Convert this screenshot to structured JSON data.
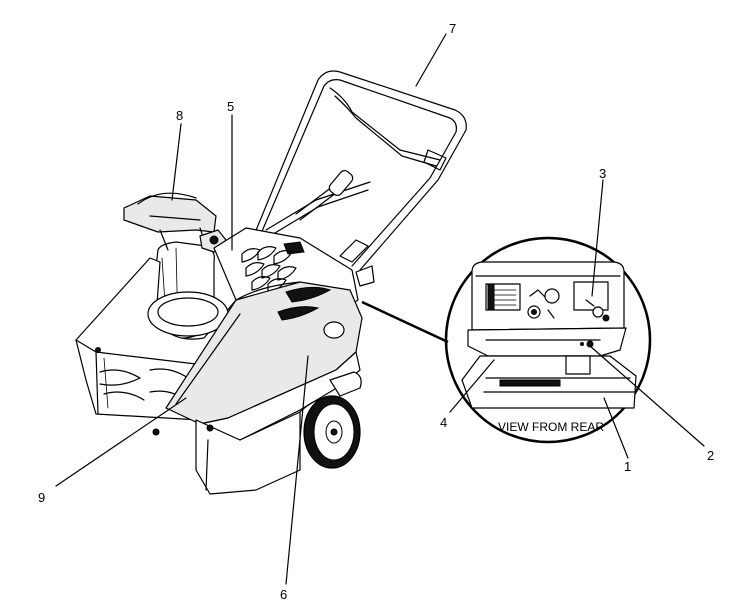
{
  "diagram": {
    "inset_caption": "VIEW FROM REAR",
    "callouts": [
      {
        "id": "1",
        "label": "1"
      },
      {
        "id": "2",
        "label": "2"
      },
      {
        "id": "3",
        "label": "3"
      },
      {
        "id": "4",
        "label": "4"
      },
      {
        "id": "5",
        "label": "5"
      },
      {
        "id": "6",
        "label": "6"
      },
      {
        "id": "7",
        "label": "7"
      },
      {
        "id": "8",
        "label": "8"
      },
      {
        "id": "9",
        "label": "9"
      }
    ]
  }
}
